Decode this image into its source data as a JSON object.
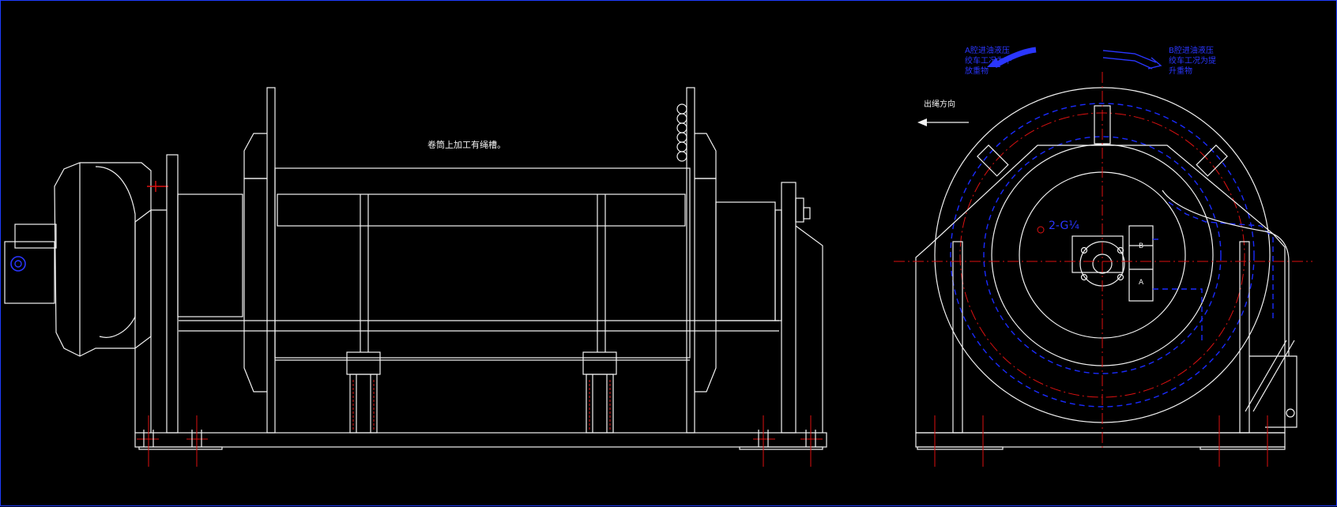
{
  "annotations": {
    "drum_note": "卷筒上加工有绳槽。",
    "rope_direction": "出绳方向",
    "port_a_line1": "A腔进油液压",
    "port_a_line2": "绞车工况为下",
    "port_a_line3": "放重物",
    "port_b_line1": "B腔进油液压",
    "port_b_line2": "绞车工况为提",
    "port_b_line3": "升重物",
    "port_a_letter": "A",
    "port_b_letter": "B",
    "thread_callout": "2-G¼"
  },
  "colors": {
    "background": "#000000",
    "outline": "#f2f2f2",
    "centerline": "#d11111",
    "hidden_line": "#1a2bff"
  }
}
